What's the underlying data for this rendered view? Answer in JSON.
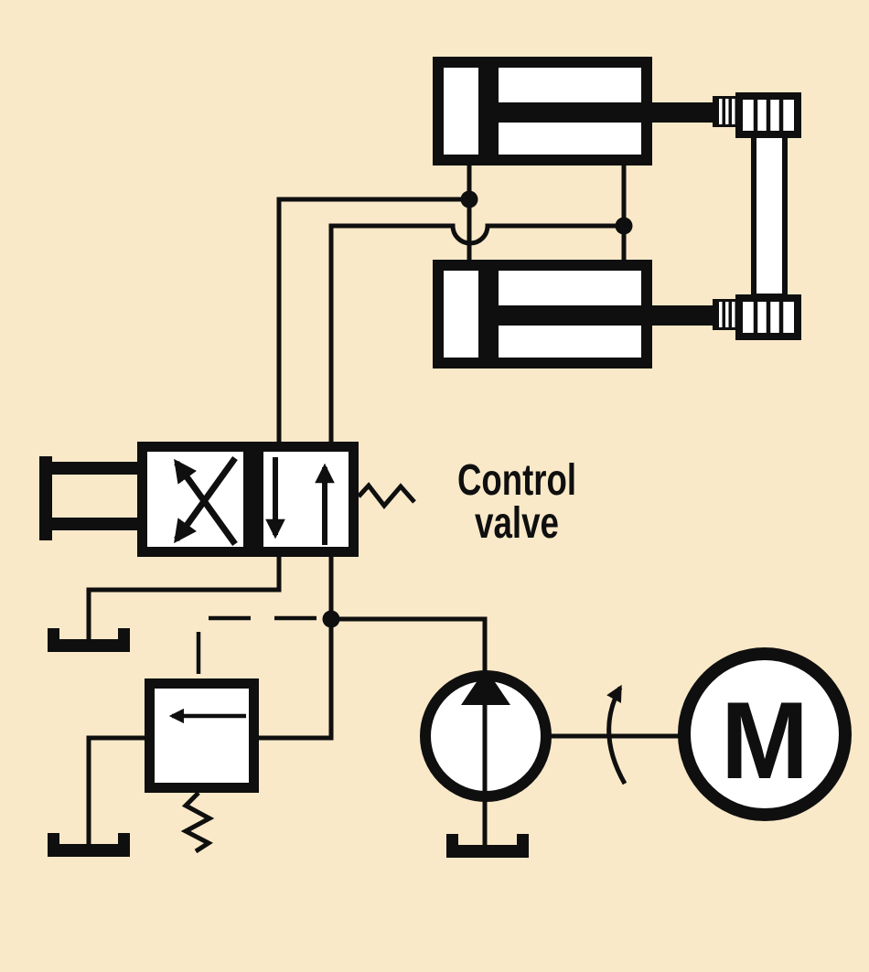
{
  "colors": {
    "background": "#F9E9C8",
    "line": "#0F0F0F",
    "white": "#FFFFFF"
  },
  "labels": {
    "control_valve_line1": "Control",
    "control_valve_line2": "valve",
    "motor_letter": "M"
  },
  "symbols": [
    "hydraulic-cylinder-top",
    "hydraulic-cylinder-bottom",
    "piston-rod-linkage",
    "two-position-directional-control-valve",
    "valve-plunger-actuator",
    "valve-return-spring",
    "pressure-relief-valve",
    "relief-valve-spring",
    "pilot-line-dashed",
    "fixed-displacement-pump",
    "electric-motor",
    "drive-shaft",
    "rotation-arrow",
    "reservoir-tank-left",
    "reservoir-tank-relief",
    "reservoir-tank-pump",
    "junction-dot-cap-line",
    "junction-dot-rod-line",
    "junction-dot-pressure-line",
    "line-crossover-hop"
  ]
}
